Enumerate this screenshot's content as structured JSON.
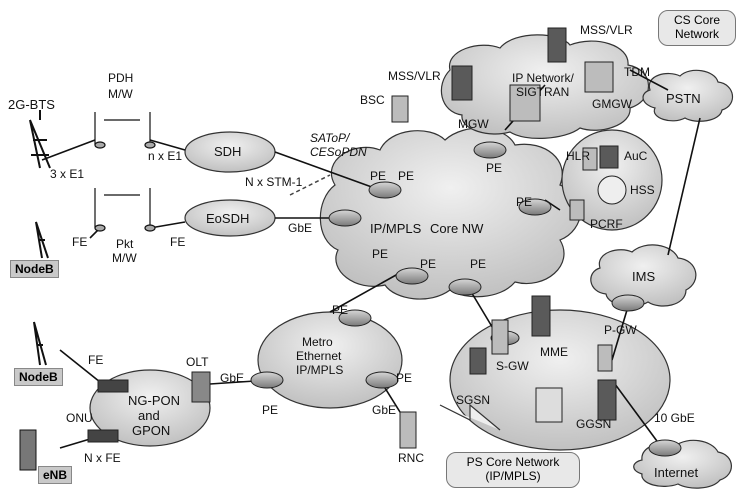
{
  "labels": {
    "bts_2g": "2G-BTS",
    "e1_3x": "3 x E1",
    "pdh": "PDH",
    "mw": "M/W",
    "ne1": "n x E1",
    "sdh": "SDH",
    "stm1": "N x STM-1",
    "satop1": "SAToP/",
    "satop2": "CESoPDN",
    "bsc": "BSC",
    "mss_left": "MSS/VLR",
    "mss_top": "MSS/VLR",
    "mgw": "MGW",
    "gmgw": "GMGW",
    "tdm": "TDM",
    "ipnet1": "IP Network/",
    "ipnet2": "SIGTRAN",
    "cs_core1": "CS Core",
    "cs_core2": "Network",
    "pstn": "PSTN",
    "hlr": "HLR",
    "auc": "AuC",
    "hss": "HSS",
    "pcrf": "PCRF",
    "core_nw": "Core NW",
    "ipmpls": "IP/MPLS",
    "pe": "PE",
    "eosdh": "EoSDH",
    "gbe": "GbE",
    "fe": "FE",
    "pkt": "Pkt",
    "pkt_mw": "M/W",
    "nodeb": "NodeB",
    "ims": "IMS",
    "pgw": "P-GW",
    "metro1": "Metro",
    "metro2": "Ethernet",
    "metro3": "IP/MPLS",
    "olt": "OLT",
    "ngpon1": "NG-PON",
    "ngpon2": "and",
    "ngpon3": "GPON",
    "onu": "ONU",
    "nfe": "N x FE",
    "enb": "eNB",
    "mme": "MME",
    "sgw": "S-GW",
    "sgsn": "SGSN",
    "ggsn": "GGSN",
    "tengbe": "10 GbE",
    "rnc": "RNC",
    "ps_core1": "PS Core Network",
    "ps_core2": "(IP/MPLS)",
    "internet": "Internet"
  },
  "colors": {
    "cloud_fill": "#dcdcdc",
    "cloud_stroke": "#333333",
    "router_fill": "#9a9a9a",
    "line": "#111111",
    "server_dark": "#5a5a5a",
    "server_light": "#bcbcbc"
  }
}
